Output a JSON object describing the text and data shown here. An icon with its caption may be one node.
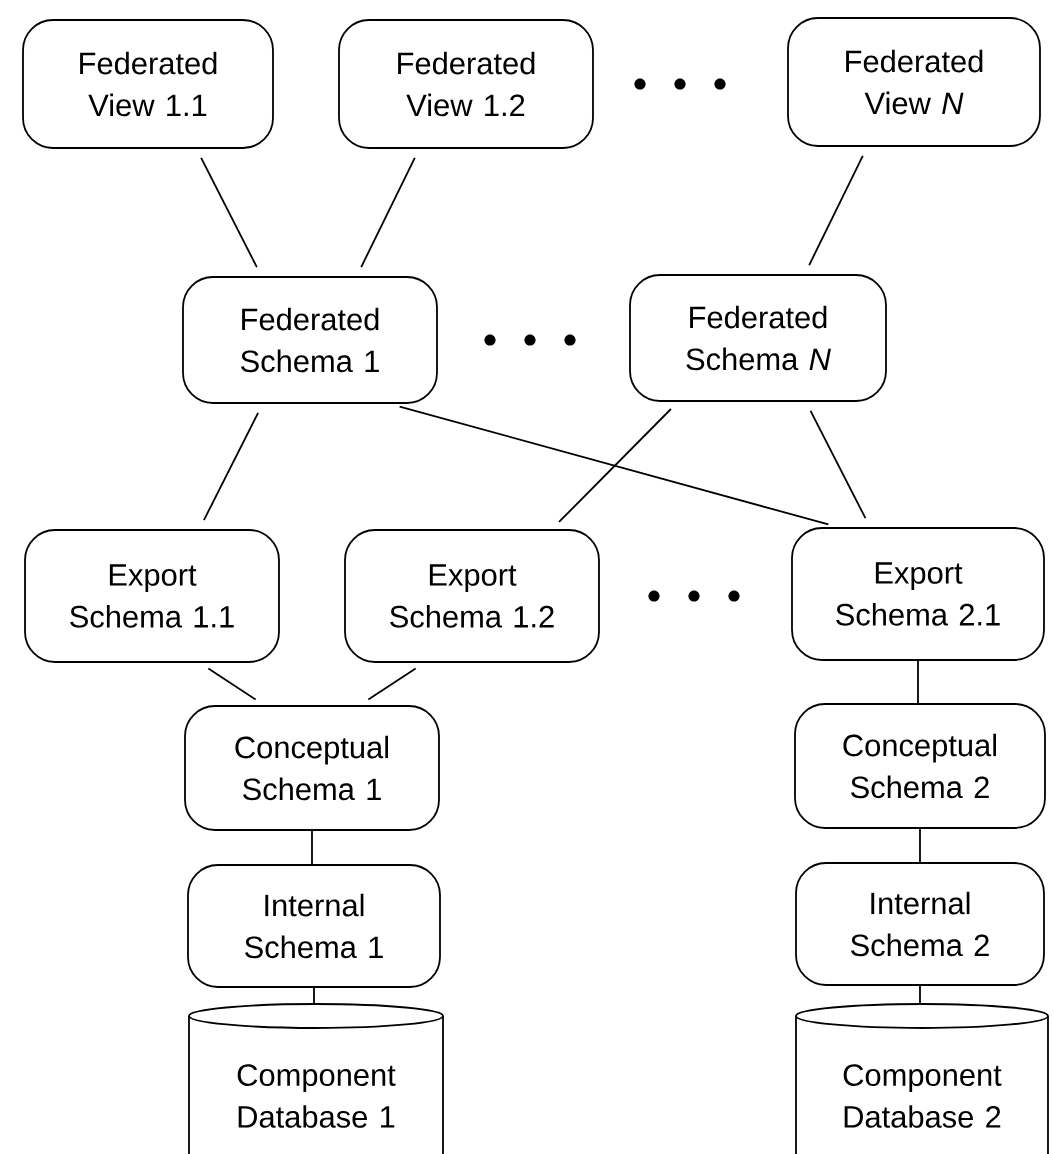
{
  "diagram": {
    "nodes": [
      {
        "text": [
          "Federated View 1.1"
        ]
      },
      {
        "text": [
          "Federated View 1.2"
        ]
      },
      {
        "text": [
          "Federated View *N*"
        ]
      },
      {
        "text": [
          "Federated Schema 1"
        ]
      },
      {
        "text": [
          "Federated Schema *N*"
        ]
      },
      {
        "text": [
          "Export Schema 1.1"
        ]
      },
      {
        "text": [
          "Export Schema 1.2"
        ]
      },
      {
        "text": [
          "Export Schema 2.1"
        ]
      },
      {
        "text": [
          "Conceptual Schema 1"
        ]
      },
      {
        "text": [
          "Conceptual Schema 2"
        ]
      },
      {
        "text": [
          "Internal Schema 1"
        ]
      },
      {
        "text": [
          "Internal Schema 2"
        ]
      },
      {
        "text": [
          "Component Database 1"
        ]
      },
      {
        "text": [
          "Component Database 2"
        ]
      }
    ],
    "edges": [
      {
        "from": 0,
        "to": 3,
        "arrow": "none"
      },
      {
        "from": 1,
        "to": 3,
        "arrow": "none"
      },
      {
        "from": 2,
        "to": 4,
        "arrow": "none"
      },
      {
        "from": 3,
        "to": 5,
        "arrow": "none"
      },
      {
        "from": 3,
        "to": 7,
        "arrow": "none"
      },
      {
        "from": 4,
        "to": 6,
        "arrow": "none"
      },
      {
        "from": 4,
        "to": 7,
        "arrow": "none"
      },
      {
        "from": 5,
        "to": 8,
        "arrow": "none"
      },
      {
        "from": 6,
        "to": 8,
        "arrow": "none"
      },
      {
        "from": 7,
        "to": 9,
        "arrow": "none"
      },
      {
        "from": 8,
        "to": 10,
        "arrow": "none"
      },
      {
        "from": 9,
        "to": 11,
        "arrow": "none"
      },
      {
        "from": 10,
        "to": 12,
        "arrow": "none"
      },
      {
        "from": 11,
        "to": 13,
        "arrow": "none"
      }
    ]
  }
}
